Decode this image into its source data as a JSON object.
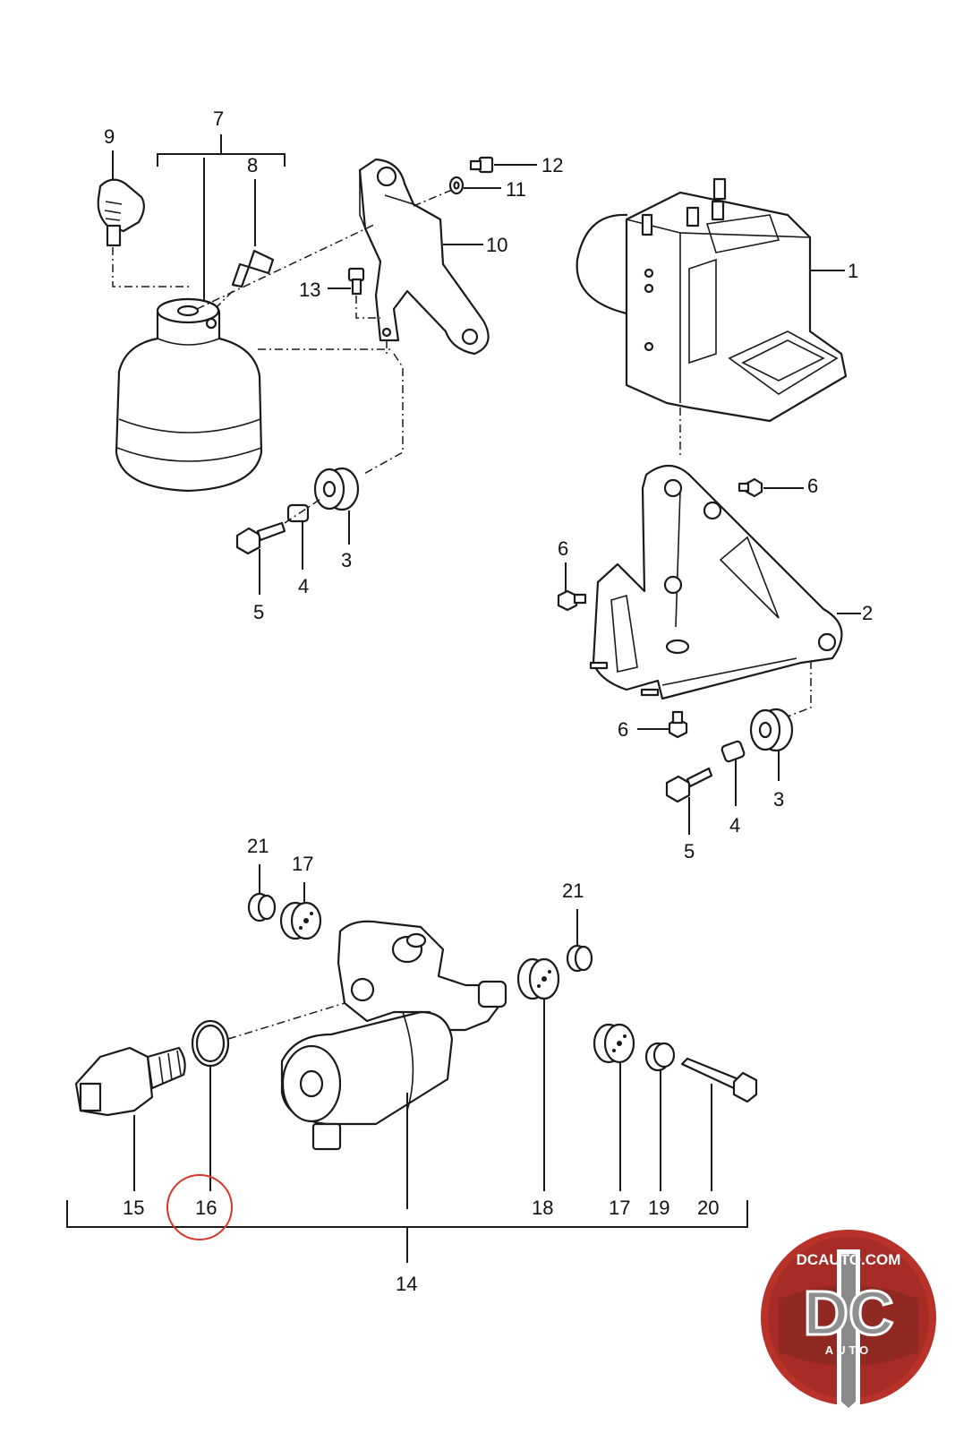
{
  "callouts": {
    "c1": "1",
    "c2": "2",
    "c3a": "3",
    "c3b": "3",
    "c4a": "4",
    "c4b": "4",
    "c5a": "5",
    "c5b": "5",
    "c6a": "6",
    "c6b": "6",
    "c6c": "6",
    "c7": "7",
    "c8": "8",
    "c9": "9",
    "c10": "10",
    "c11": "11",
    "c12": "12",
    "c13": "13",
    "c14": "14",
    "c15": "15",
    "c16": "16",
    "c17a": "17",
    "c17b": "17",
    "c18": "18",
    "c19": "19",
    "c20": "20",
    "c21a": "21",
    "c21b": "21"
  },
  "highlight": {
    "part": "16",
    "color": "#d9342b"
  },
  "logo": {
    "domain": "DCAUTO.COM",
    "initials": "DC",
    "word": "AUTO",
    "colors": [
      "#b8322a",
      "#ffffff",
      "#8a8a8a"
    ]
  }
}
